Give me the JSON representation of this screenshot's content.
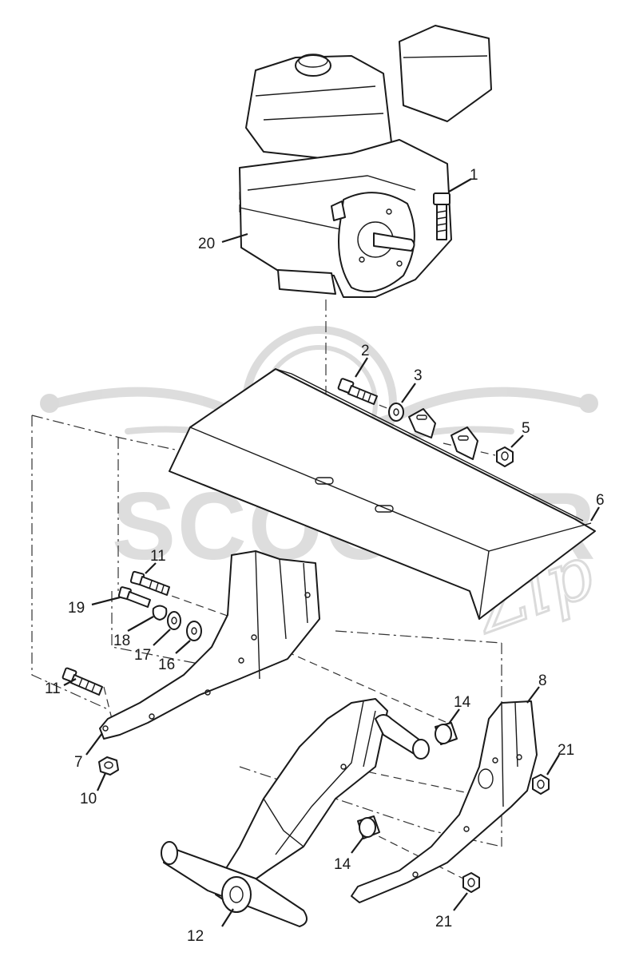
{
  "diagram": {
    "watermark": {
      "brand": "SCOOTER",
      "script": "Zip"
    },
    "callouts": [
      {
        "id": "c1",
        "text": "1"
      },
      {
        "id": "c2",
        "text": "2"
      },
      {
        "id": "c3",
        "text": "3"
      },
      {
        "id": "c5",
        "text": "5"
      },
      {
        "id": "c6",
        "text": "6"
      },
      {
        "id": "c7",
        "text": "7"
      },
      {
        "id": "c8",
        "text": "8"
      },
      {
        "id": "c10",
        "text": "10"
      },
      {
        "id": "c11a",
        "text": "11"
      },
      {
        "id": "c11b",
        "text": "11"
      },
      {
        "id": "c12",
        "text": "12"
      },
      {
        "id": "c14a",
        "text": "14"
      },
      {
        "id": "c14b",
        "text": "14"
      },
      {
        "id": "c16",
        "text": "16"
      },
      {
        "id": "c17",
        "text": "17"
      },
      {
        "id": "c18",
        "text": "18"
      },
      {
        "id": "c19",
        "text": "19"
      },
      {
        "id": "c20",
        "text": "20"
      },
      {
        "id": "c21a",
        "text": "21"
      },
      {
        "id": "c21b",
        "text": "21"
      }
    ]
  }
}
